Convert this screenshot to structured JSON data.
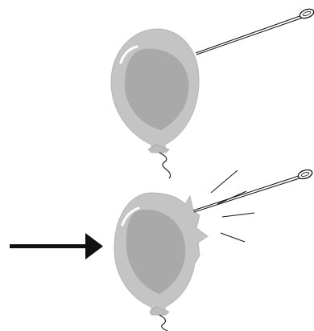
{
  "colors": {
    "balloon_outer": "#c4c4c4",
    "balloon_inner": "#a9a9a9",
    "highlight": "#ffffff",
    "line": "#111111",
    "background": "#ffffff"
  },
  "scenes": [
    {
      "balloon_state": "intact",
      "needle": "approaching"
    },
    {
      "balloon_state": "popping",
      "needle": "piercing",
      "burst_lines": 4
    }
  ],
  "arrow": {
    "direction": "right",
    "points_to_scene": 2
  },
  "icons": [
    "balloon-icon",
    "needle-icon",
    "arrow-right-icon",
    "burst-lines-icon"
  ]
}
